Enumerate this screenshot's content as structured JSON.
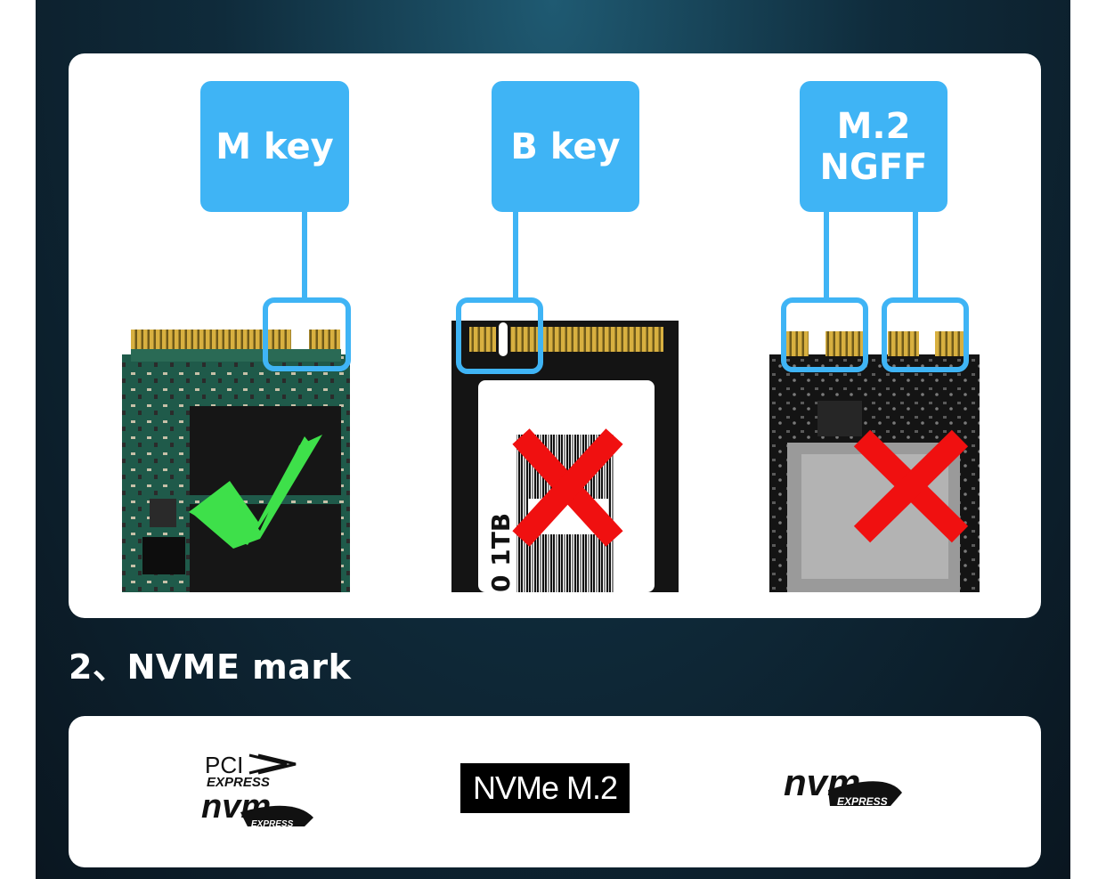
{
  "keys": [
    {
      "label_lines": [
        "M key"
      ],
      "verdict": "compatible",
      "verdict_icon": "check-icon"
    },
    {
      "label_lines": [
        "B key"
      ],
      "verdict": "incompatible",
      "verdict_icon": "cross-icon"
    },
    {
      "label_lines": [
        "M.2",
        "NGFF"
      ],
      "verdict": "incompatible",
      "verdict_icon": "cross-icon"
    }
  ],
  "drive_b_print": {
    "text": "0 1TB"
  },
  "section": {
    "title": "2、NVME mark"
  },
  "logos": {
    "pcie_nvm": {
      "line1": "PCI",
      "line2": "EXPRESS",
      "line3": "nvm",
      "line4": "EXPRESS"
    },
    "nvme_m2": {
      "text": "NVMe M.2"
    },
    "nvm_express": {
      "line1": "nvm",
      "line2": "EXPRESS"
    }
  },
  "colors": {
    "accent": "#3fb4f5",
    "check": "#3ee04a",
    "cross": "#f01010",
    "pcb": "#1f5a4a",
    "gold": "#d8b040"
  }
}
